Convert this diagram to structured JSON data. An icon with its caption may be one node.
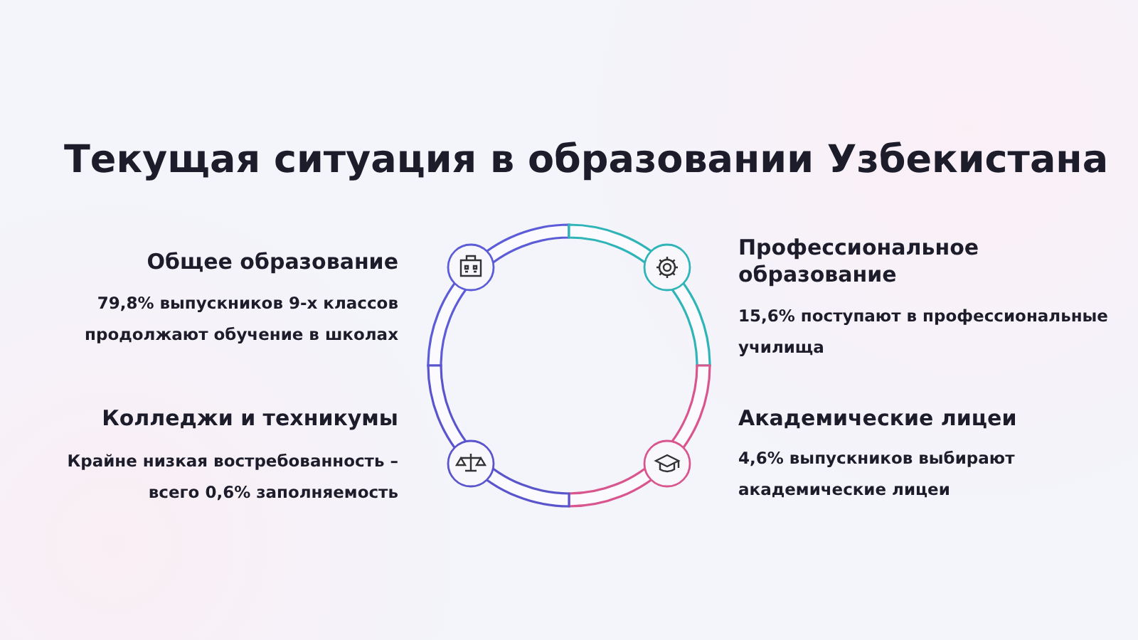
{
  "diagram": {
    "title": "Текущая ситуация в образовании Узбекистана",
    "labels": [
      "Общее образование",
      "79,8% выпускников 9-х классов продолжают обучение в школах",
      "Профессиональное образование",
      "15,6% поступают в профессиональные училища",
      "Колледжи и техникумы",
      "Крайне низкая востребованность – всего 0,6% заполняемость",
      "Академические лицеи",
      "4,6% выпускников выбирают академические лицеи"
    ]
  }
}
